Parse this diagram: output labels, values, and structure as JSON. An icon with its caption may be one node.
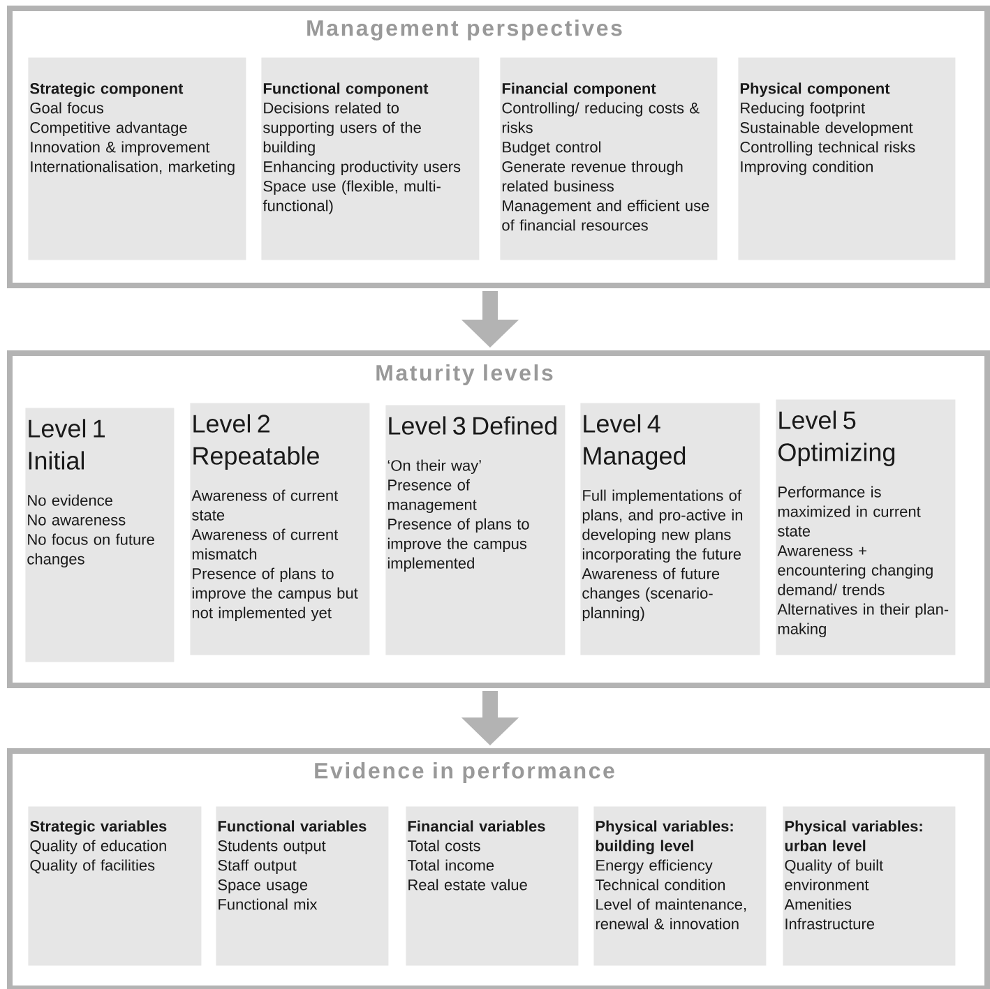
{
  "diagram": {
    "nodes": [
      {
        "text": [
          "Management perspectives"
        ]
      },
      {
        "text": [
          "Strategic component",
          "Goal focus",
          "Competitive advantage",
          "Innovation & improvement",
          "Internationalisation, marketing"
        ],
        "in": 0
      },
      {
        "text": [
          "Functional component",
          "Decisions related to supporting users of the building",
          "Enhancing productivity users",
          "Space use (flexible, multi-functional)"
        ],
        "in": 0
      },
      {
        "text": [
          "Financial component",
          "Controlling/ reducing costs & risks",
          "Budget control",
          "Generate revenue through related business",
          "Management and efficient use of financial resources"
        ],
        "in": 0
      },
      {
        "text": [
          "Physical component",
          "Reducing footprint",
          "Sustainable development",
          "Controlling technical risks",
          "Improving condition"
        ],
        "in": 0
      },
      {
        "text": [
          "Maturity levels"
        ]
      },
      {
        "text": [
          "Level 1 Initial",
          "No evidence",
          "No awareness",
          "No focus on future changes"
        ],
        "in": 5
      },
      {
        "text": [
          "Level 2 Repeatable",
          "Awareness of current state",
          "Awareness of current mismatch",
          "Presence of plans to improve the campus but not implemented yet"
        ],
        "in": 5
      },
      {
        "text": [
          "Level 3 Defined",
          "‘On their way’",
          "Presence of management",
          "Presence of plans to improve the campus implemented"
        ],
        "in": 5
      },
      {
        "text": [
          "Level 4 Managed",
          "Full implementations of plans, and pro-active in developing new plans incorporating the future",
          "Awareness of future changes (scenario-planning)"
        ],
        "in": 5
      },
      {
        "text": [
          "Level 5 Optimizing",
          "Performance is maximized in current state",
          "Awareness + encountering changing demand/ trends",
          "Alternatives in their plan-making"
        ],
        "in": 5
      },
      {
        "text": [
          "Evidence in performance"
        ]
      },
      {
        "text": [
          "Strategic variables",
          "Quality of education",
          "Quality of facilities"
        ],
        "in": 11
      },
      {
        "text": [
          "Functional variables",
          "Students output",
          "Staff output",
          "Space usage",
          "Functional mix"
        ],
        "in": 11
      },
      {
        "text": [
          "Financial variables",
          "Total costs",
          "Total income",
          "Real estate value"
        ],
        "in": 11
      },
      {
        "text": [
          "Physical variables: building level",
          "Energy efficiency",
          "Technical condition",
          "Level of maintenance, renewal & innovation"
        ],
        "in": 11
      },
      {
        "text": [
          "Physical variables: urban level",
          "Quality of built environment",
          "Amenities",
          "Infrastructure"
        ],
        "in": 11
      }
    ],
    "edges": [
      {
        "from": 0,
        "to": 5,
        "arrow": "to"
      },
      {
        "from": 5,
        "to": 11,
        "arrow": "to"
      }
    ]
  }
}
